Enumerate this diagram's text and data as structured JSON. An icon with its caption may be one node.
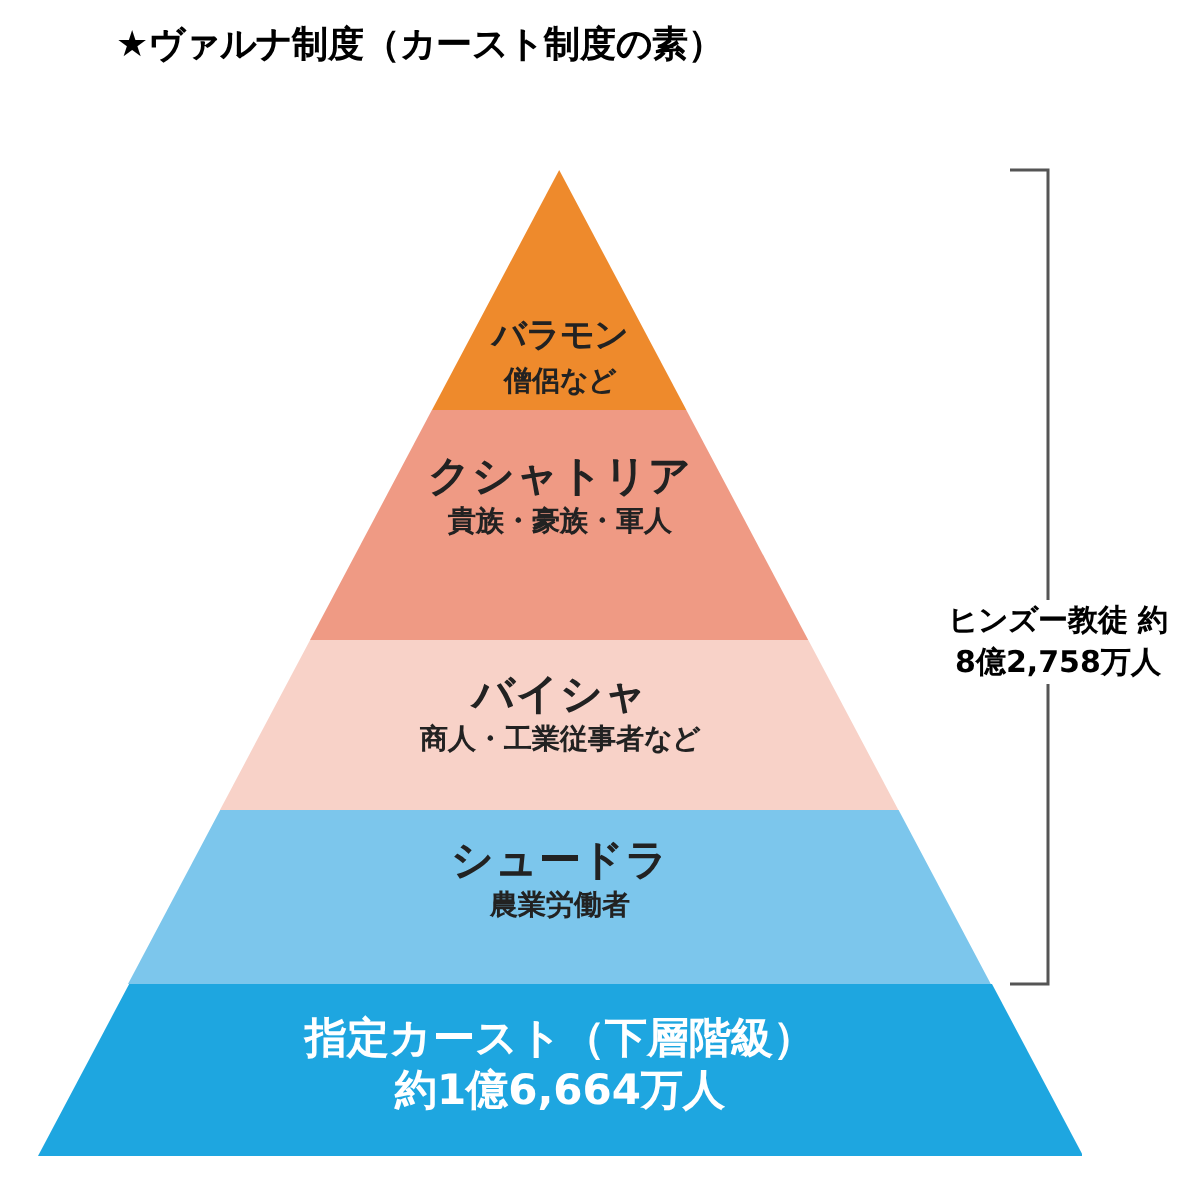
{
  "diagram": {
    "title": "★ヴァルナ制度（カースト制度の素）",
    "nodes": [
      {
        "text": [
          "バラモン",
          "僧侶など"
        ]
      },
      {
        "text": [
          "クシャトリア",
          "貴族・豪族・軍人"
        ]
      },
      {
        "text": [
          "バイシャ",
          "商人・工業従事者など"
        ]
      },
      {
        "text": [
          "シュードラ",
          "農業労働者"
        ]
      },
      {
        "text": [
          "指定カースト（下層階級）",
          "約1億6,664万人"
        ]
      }
    ],
    "edges": [],
    "labels": [
      "ヒンズー教徒 約8億2,758万人"
    ]
  }
}
